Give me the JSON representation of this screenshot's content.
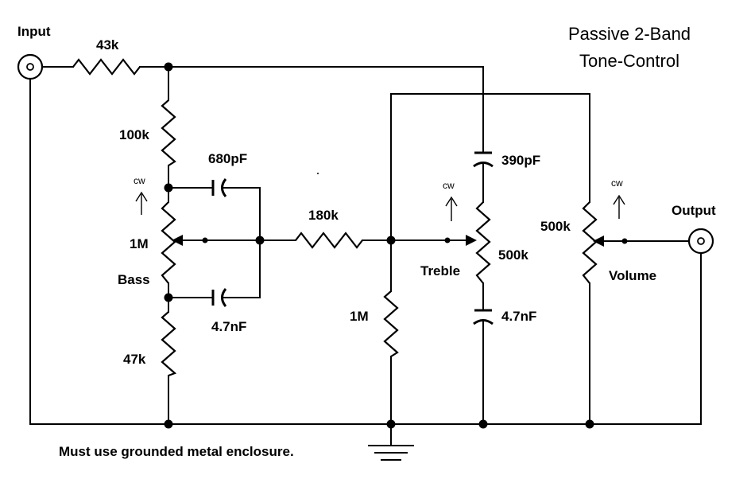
{
  "title": {
    "line1": "Passive 2-Band",
    "line2": "Tone-Control"
  },
  "jacks": {
    "input": "Input",
    "output": "Output"
  },
  "resistors": {
    "r_input": "43k",
    "r_bass_top": "100k",
    "r_bass_bottom": "47k",
    "r_mid": "180k",
    "r_shunt": "1M"
  },
  "capacitors": {
    "c_bass_top": "680pF",
    "c_bass_bottom": "4.7nF",
    "c_treble_top": "390pF",
    "c_treble_bottom": "4.7nF"
  },
  "pots": {
    "bass": {
      "value": "1M",
      "name": "Bass",
      "direction": "cw"
    },
    "treble": {
      "value": "500k",
      "name": "Treble",
      "direction": "cw"
    },
    "volume": {
      "value": "500k",
      "name": "Volume",
      "direction": "cw"
    }
  },
  "note": "Must use grounded metal enclosure."
}
